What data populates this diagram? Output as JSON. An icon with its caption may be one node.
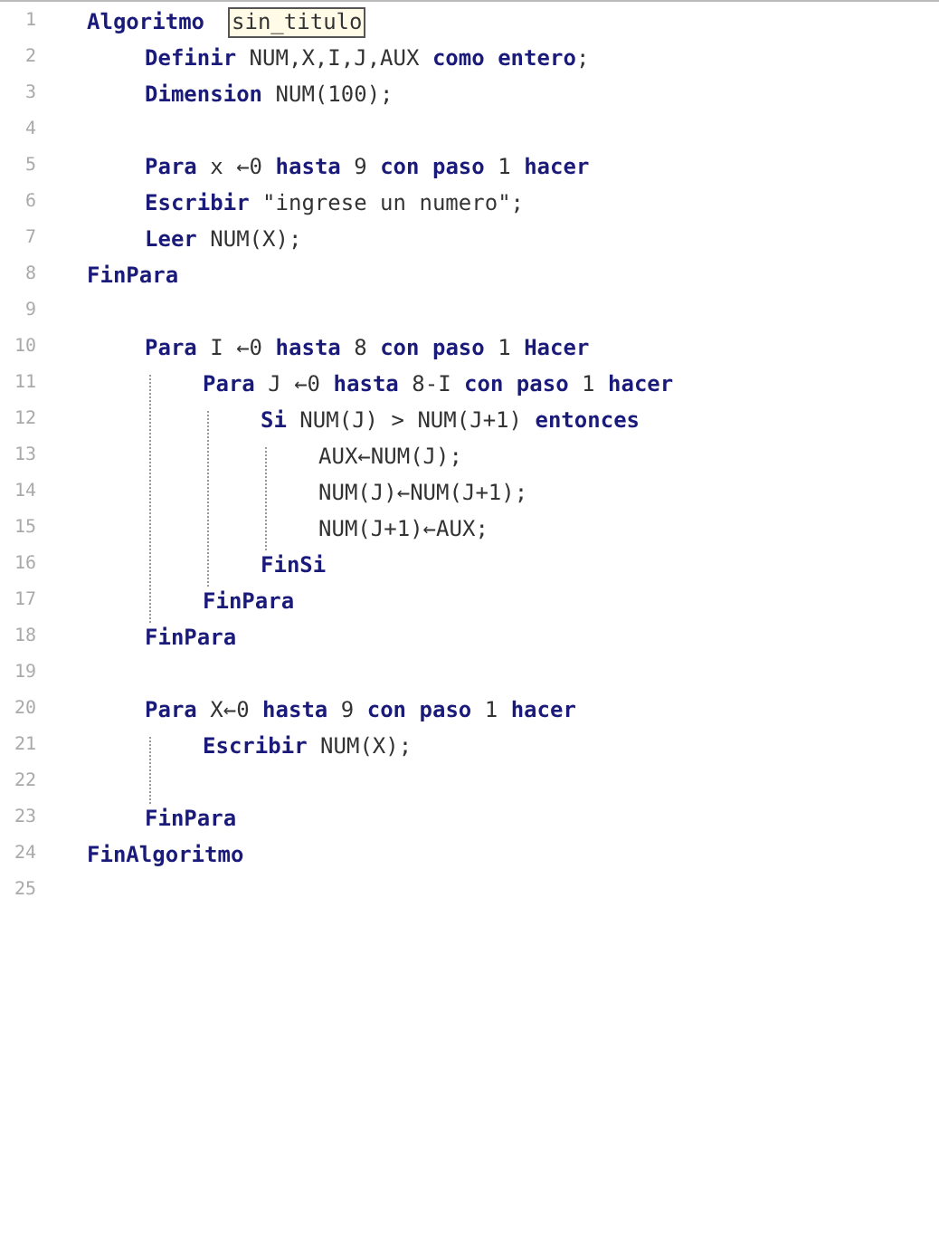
{
  "diagram": {
    "nodes": [
      {
        "text": [
          "sin_titulo"
        ]
      }
    ],
    "labels": [
      "1",
      "**Algoritmo**",
      "2",
      "**Definir** NUM,X,I,J,AUX **como entero**;",
      "3",
      "**Dimension** NUM(100);",
      "4",
      "5",
      "**Para** x ←0 **hasta** 9 **con paso** 1 **hacer**",
      "6",
      "**Escribir** \"ingrese un numero\";",
      "7",
      "**Leer** NUM(X);",
      "8",
      "**FinPara**",
      "9",
      "10",
      "**Para** I ←0 **hasta** 8 **con paso** 1 **Hacer**",
      "11",
      "**Para** J ←0 **hasta** 8-I **con paso** 1 **hacer**",
      "12",
      "**Si** NUM(J) > NUM(J+1) **entonces**",
      "13",
      "AUX←NUM(J);",
      "14",
      "NUM(J)←NUM(J+1);",
      "15",
      "NUM(J+1)←AUX;",
      "16",
      "**FinSi**",
      "17",
      "**FinPara**",
      "18",
      "**FinPara**",
      "19",
      "20",
      "**Para** X←0 **hasta** 9 **con paso** 1 **hacer**",
      "21",
      "**Escribir** NUM(X);",
      "22",
      "23",
      "**FinPara**",
      "24",
      "**FinAlgoritmo**",
      "25"
    ]
  }
}
